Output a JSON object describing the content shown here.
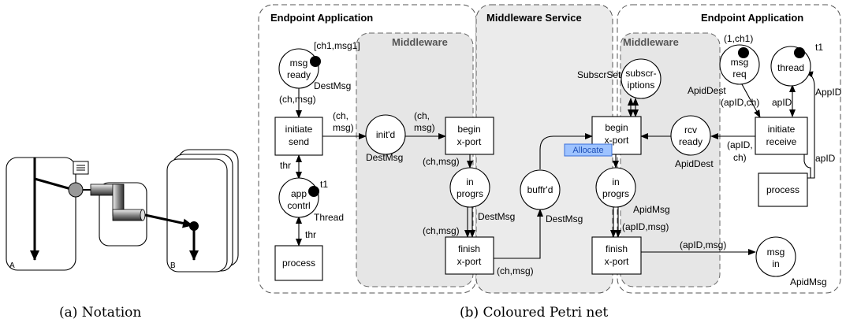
{
  "notation": {
    "swimlane_a": "A",
    "swimlane_b": "B"
  },
  "regions": {
    "endpoint_left": "Endpoint Application",
    "middleware_left": "Middleware",
    "middleware_service": "Middleware Service",
    "middleware_right": "Middleware",
    "endpoint_right": "Endpoint Application"
  },
  "places": {
    "msg_ready_1": "msg",
    "msg_ready_2": "ready",
    "msg_ready_marking": "[ch1,msg1]",
    "msg_ready_type": "DestMsg",
    "app_ctrl_1": "app",
    "app_ctrl_2": "contrl",
    "app_ctrl_marking": "t1",
    "app_ctrl_type": "Thread",
    "initd": "init'd",
    "initd_type": "DestMsg",
    "in_progrs_l_1": "in",
    "in_progrs_l_2": "progrs",
    "in_progrs_l_type": "DestMsg",
    "buffrd": "buffr'd",
    "buffrd_type": "DestMsg",
    "in_progrs_r_1": "in",
    "in_progrs_r_2": "progrs",
    "in_progrs_r_type": "ApidMsg",
    "subscr_1": "subscr-",
    "subscr_2": "iptions",
    "subscr_type": "SubscrSet",
    "rcv_ready_1": "rcv",
    "rcv_ready_2": "ready",
    "rcv_ready_type": "ApidDest",
    "msg_req_1": "msg",
    "msg_req_2": "req",
    "msg_req_marking": "(1,ch1)",
    "msg_req_type": "ApidDest",
    "thread": "thread",
    "thread_marking": "t1",
    "thread_type": "AppID",
    "msg_in_1": "msg",
    "msg_in_2": "in",
    "msg_in_type": "ApidMsg"
  },
  "transitions": {
    "initiate_send_1": "initiate",
    "initiate_send_2": "send",
    "process_l": "process",
    "begin_xport_l_1": "begin",
    "begin_xport_l_2": "x-port",
    "finish_xport_l_1": "finish",
    "finish_xport_l_2": "x-port",
    "begin_xport_r_1": "begin",
    "begin_xport_r_2": "x-port",
    "finish_xport_r_1": "finish",
    "finish_xport_r_2": "x-port",
    "initiate_receive_1": "initiate",
    "initiate_receive_2": "receive",
    "process_r": "process",
    "allocate": "Allocate"
  },
  "arcs": {
    "ch_msg": "(ch,msg)",
    "ch_comma": "(ch,",
    "msg_paren": "msg)",
    "thr": "thr",
    "apid": "apID",
    "apid_ch": "(apID,ch)",
    "apid_comma": "(apID,",
    "ch_paren": "ch)",
    "apid_msg": "(apID,msg)"
  },
  "captions": {
    "a": "(a)  Notation",
    "b": "(b)  Coloured Petri net"
  },
  "colors": {
    "middleware_fill": "#e6e6e6",
    "allocate_fill": "#9ec3ff",
    "allocate_border": "#3a6fd8"
  }
}
